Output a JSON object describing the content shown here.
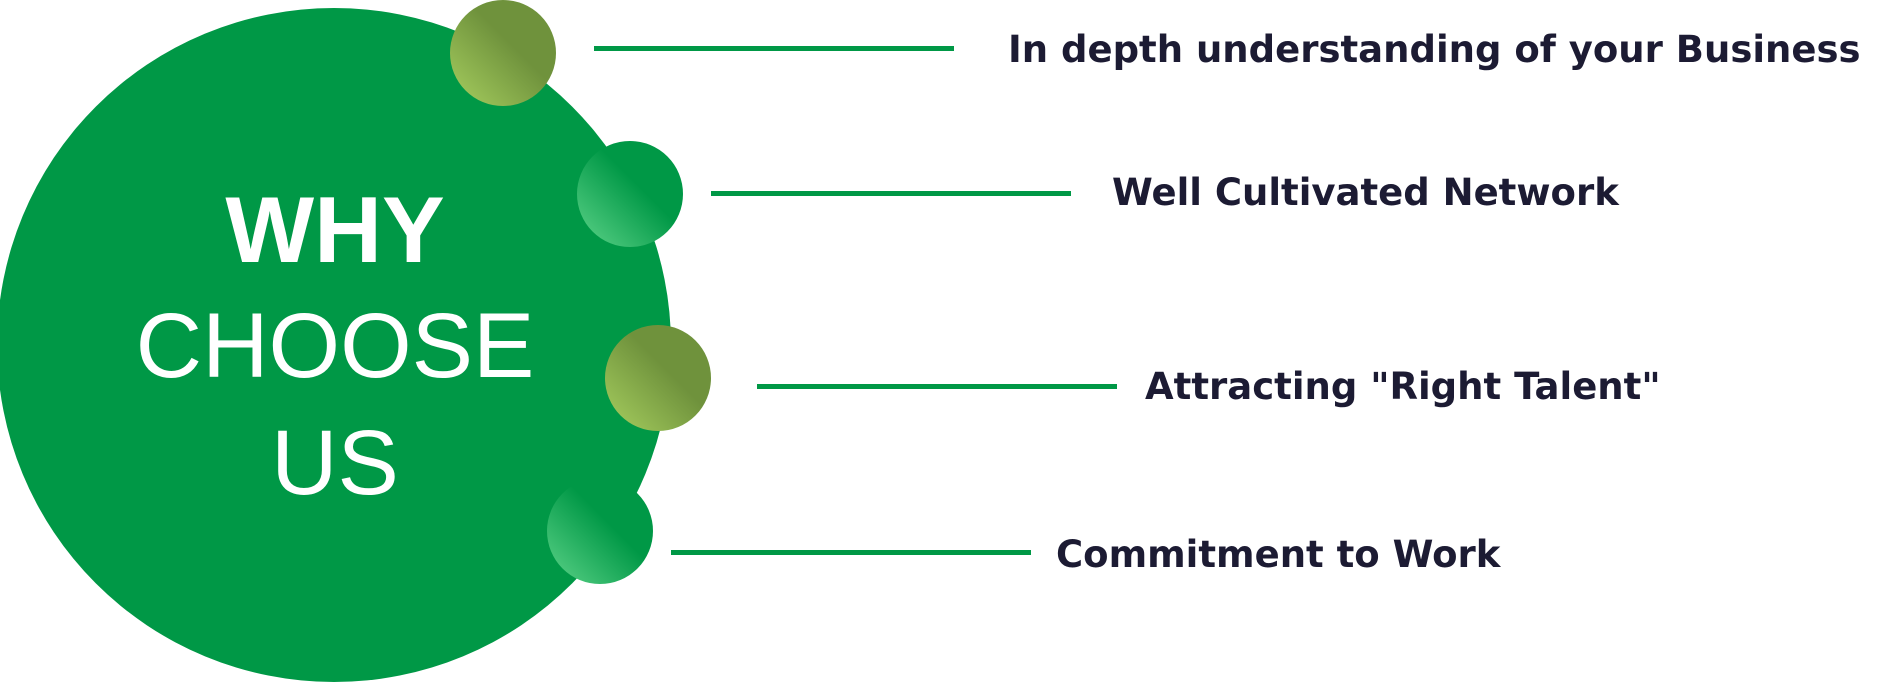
{
  "title": {
    "line1": "WHY",
    "line2": "CHOOSE",
    "line3": "US"
  },
  "items": [
    {
      "label": "In depth understanding of your Business"
    },
    {
      "label": "Well Cultivated Network"
    },
    {
      "label": "Attracting \"Right Talent\""
    },
    {
      "label": "Commitment to Work"
    }
  ],
  "colors": {
    "primary_green": "#009846",
    "olive_bullet": "#6f923c",
    "light_green_bullet": "#5fd48a",
    "text_dark": "#1c1b33",
    "title_text": "#ffffff"
  }
}
